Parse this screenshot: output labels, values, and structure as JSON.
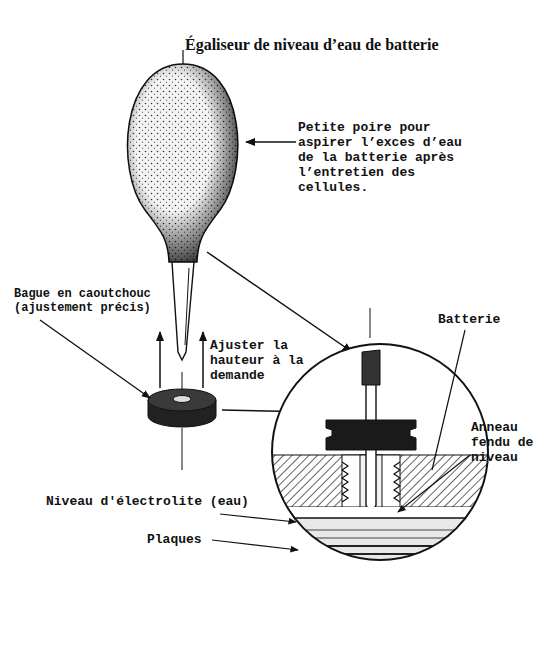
{
  "diagram": {
    "title": "Égaliseur de niveau d’eau de batterie",
    "labels": [
      "Petite poire pour aspirer l’exces d’eau de la batterie après l’entretien des cellules.",
      "Bague en caoutchouc (ajustement précis)",
      "Ajuster la hauteur à la demande",
      "Batterie",
      "Anneau fendu de niveau",
      "Niveau d'électrolite (eau)",
      "Plaques"
    ]
  }
}
